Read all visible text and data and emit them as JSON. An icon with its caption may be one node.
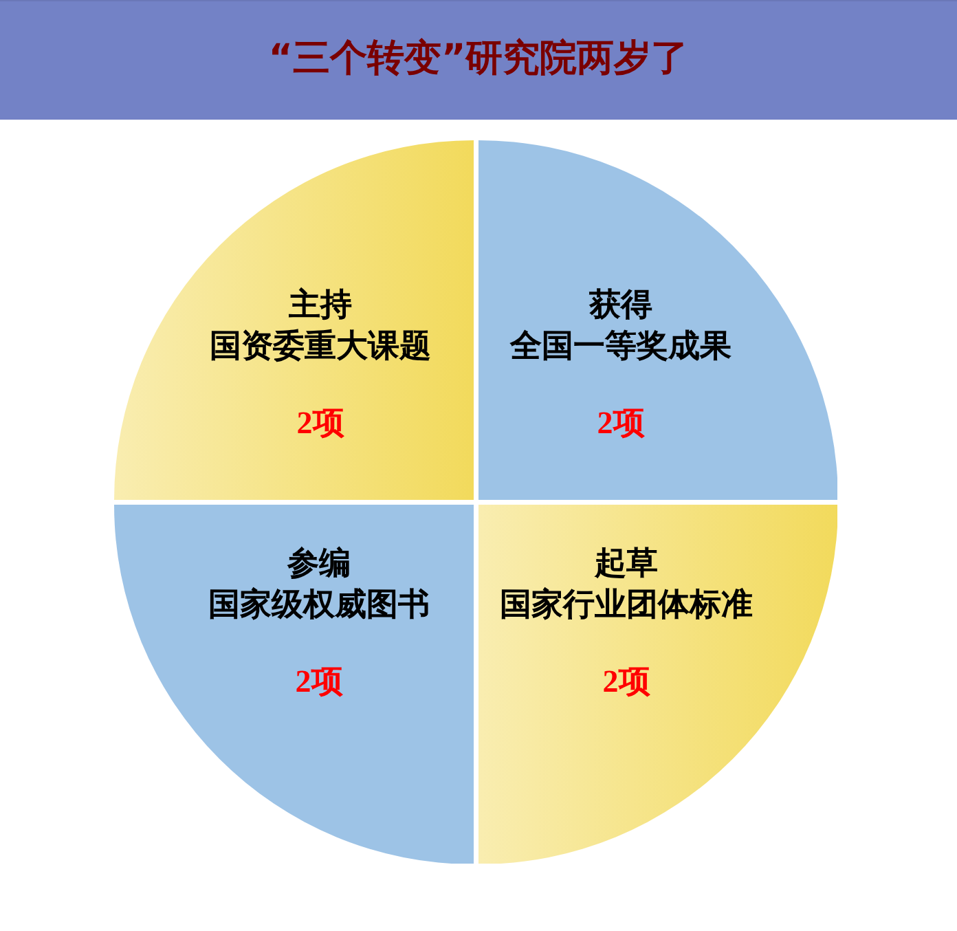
{
  "diagram": {
    "title": "“三个转变”研究院两岁了",
    "nodes": [
      {
        "text": [
          "主持",
          "国资委重大课题",
          "2项"
        ]
      },
      {
        "text": [
          "获得",
          "全国一等奖成果",
          "2项"
        ]
      },
      {
        "text": [
          "参编",
          "国家级权威图书",
          "2项"
        ]
      },
      {
        "text": [
          "起草",
          "国家行业团体标准",
          "2项"
        ]
      }
    ]
  }
}
